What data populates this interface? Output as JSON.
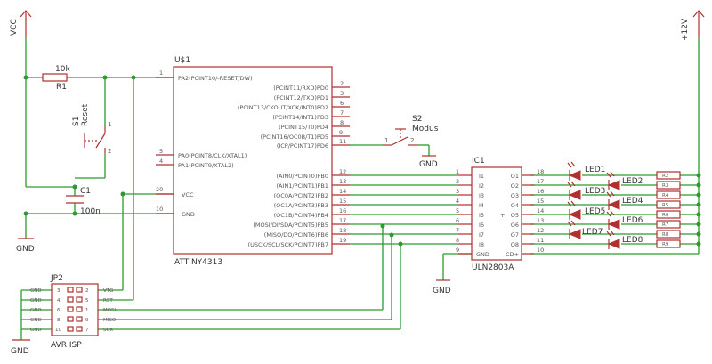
{
  "power": {
    "vcc": "VCC",
    "v12": "+12V"
  },
  "gnd_label": "GND",
  "r1": {
    "name": "R1",
    "value": "10k"
  },
  "s1": {
    "name": "S1",
    "label": "Reset"
  },
  "c1": {
    "name": "C1",
    "value": "100n"
  },
  "s2": {
    "name": "S2",
    "label": "Modus"
  },
  "u1": {
    "name": "U$1",
    "part": "ATTINY4313",
    "left": [
      {
        "pin": "1",
        "label": "PA2(PCINT10/-RESET/DW)"
      },
      {
        "pin": "5",
        "label": "PA0(PCINT8/CLK/XTAL1)"
      },
      {
        "pin": "4",
        "label": "PA1(PCINT9/XTAL2)"
      },
      {
        "pin": "20",
        "label": "VCC"
      },
      {
        "pin": "10",
        "label": "GND"
      }
    ],
    "right": [
      {
        "pin": "2",
        "label": "(PCINT11/RXD)PD0"
      },
      {
        "pin": "3",
        "label": "(PCINT12/TXD)PD1"
      },
      {
        "pin": "6",
        "label": "(PCINT13/CKOUT/XCK/INT0)PD2"
      },
      {
        "pin": "7",
        "label": "(PCINT14/INT1)PD3"
      },
      {
        "pin": "8",
        "label": "(PCINT15/T0)PD4"
      },
      {
        "pin": "9",
        "label": "(PCINT16/OC0B/T1)PD5"
      },
      {
        "pin": "11",
        "label": "(ICP/PCINT17)PD6"
      },
      {
        "pin": "12",
        "label": "(AIN0/PCINT0)PB0"
      },
      {
        "pin": "13",
        "label": "(AIN1/PCINT1)PB1"
      },
      {
        "pin": "14",
        "label": "(OC0A/PCINT2)PB2"
      },
      {
        "pin": "15",
        "label": "(OC1A/PCINT3)PB3"
      },
      {
        "pin": "16",
        "label": "(OC1B/PCINT4)PB4"
      },
      {
        "pin": "17",
        "label": "(MOSI/DI/SDA/PCINT5)PB5"
      },
      {
        "pin": "18",
        "label": "(MISO/DO/PCINT6)PB6"
      },
      {
        "pin": "19",
        "label": "(USCK/SCL/SCK/PCINT7)PB7"
      }
    ]
  },
  "ic1": {
    "name": "IC1",
    "part": "ULN2803A",
    "center": "+",
    "in": [
      {
        "pin": "1",
        "label": "I1"
      },
      {
        "pin": "2",
        "label": "I2"
      },
      {
        "pin": "3",
        "label": "I3"
      },
      {
        "pin": "4",
        "label": "I4"
      },
      {
        "pin": "5",
        "label": "I5"
      },
      {
        "pin": "6",
        "label": "I6"
      },
      {
        "pin": "7",
        "label": "I7"
      },
      {
        "pin": "8",
        "label": "I8"
      },
      {
        "pin": "9",
        "label": "GND"
      }
    ],
    "out": [
      {
        "pin": "18",
        "label": "O1"
      },
      {
        "pin": "17",
        "label": "O2"
      },
      {
        "pin": "16",
        "label": "O3"
      },
      {
        "pin": "15",
        "label": "O4"
      },
      {
        "pin": "14",
        "label": "O5"
      },
      {
        "pin": "13",
        "label": "O6"
      },
      {
        "pin": "12",
        "label": "O7"
      },
      {
        "pin": "11",
        "label": "O8"
      },
      {
        "pin": "10",
        "label": "CD+"
      }
    ]
  },
  "leds": [
    "LED1",
    "LED2",
    "LED3",
    "LED4",
    "LED5",
    "LED6",
    "LED7",
    "LED8"
  ],
  "resistors": [
    "R2",
    "R3",
    "R4",
    "R5",
    "R6",
    "R7",
    "R8",
    "R9"
  ],
  "jp2": {
    "name": "JP2",
    "label": "AVR ISP",
    "left": [
      "GND",
      "GND",
      "GND",
      "GND",
      "GND"
    ],
    "left_pins": [
      "3",
      "4",
      "6",
      "8",
      "10"
    ],
    "right_pins": [
      "2",
      "5",
      "1",
      "9",
      "7"
    ],
    "right": [
      "VTG",
      "RST",
      "MOSI",
      "MISO",
      "SCK"
    ]
  }
}
